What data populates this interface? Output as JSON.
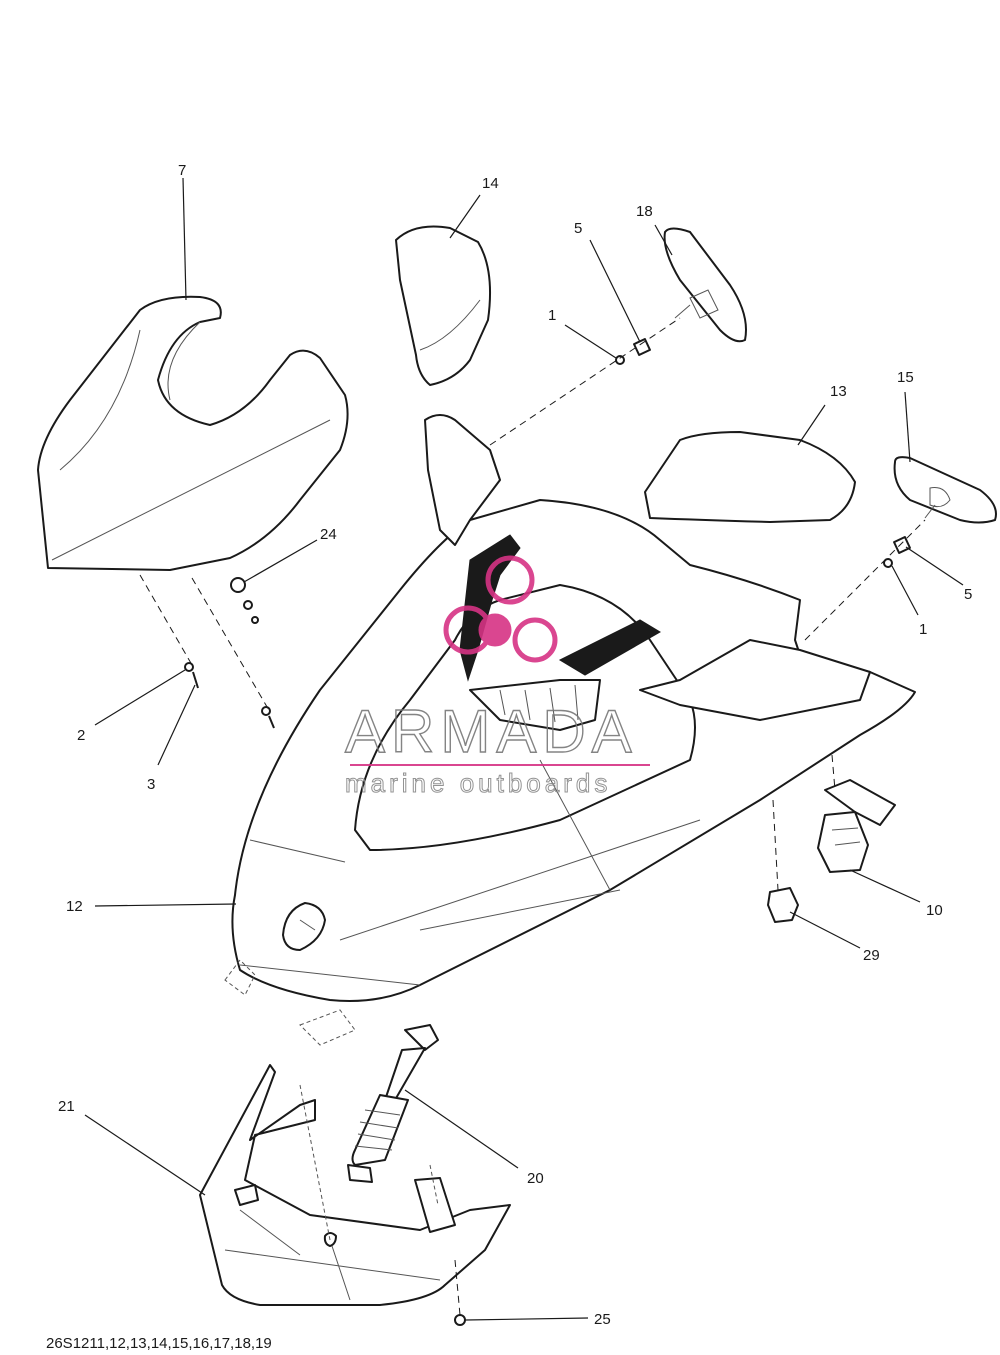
{
  "diagram": {
    "reference_code": "26S1211,12,13,14,15,16,17,18,19",
    "callouts": [
      "7",
      "14",
      "18",
      "5",
      "1",
      "15",
      "13",
      "24",
      "5",
      "1",
      "2",
      "3",
      "12",
      "10",
      "29",
      "21",
      "20",
      "25"
    ],
    "watermark": {
      "name": "ARMADA",
      "tagline": "marine outboards",
      "color": "#d63384"
    }
  }
}
